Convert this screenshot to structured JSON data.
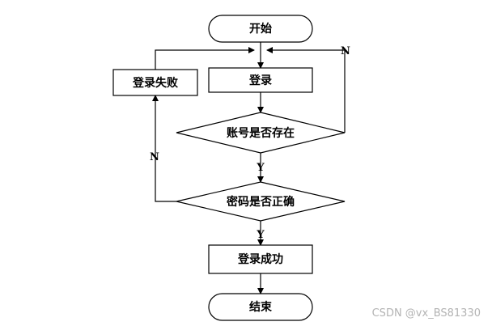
{
  "nodes": {
    "start": "开始",
    "login": "登录",
    "account_check": "账号是否存在",
    "login_failed": "登录失败",
    "password_check": "密码是否正确",
    "login_success": "登录成功",
    "end": "结束"
  },
  "edge_labels": {
    "account_no": "N",
    "account_yes": "Y",
    "password_no": "N",
    "password_yes": "Y"
  },
  "watermark": "CSDN @vx_BS81330"
}
